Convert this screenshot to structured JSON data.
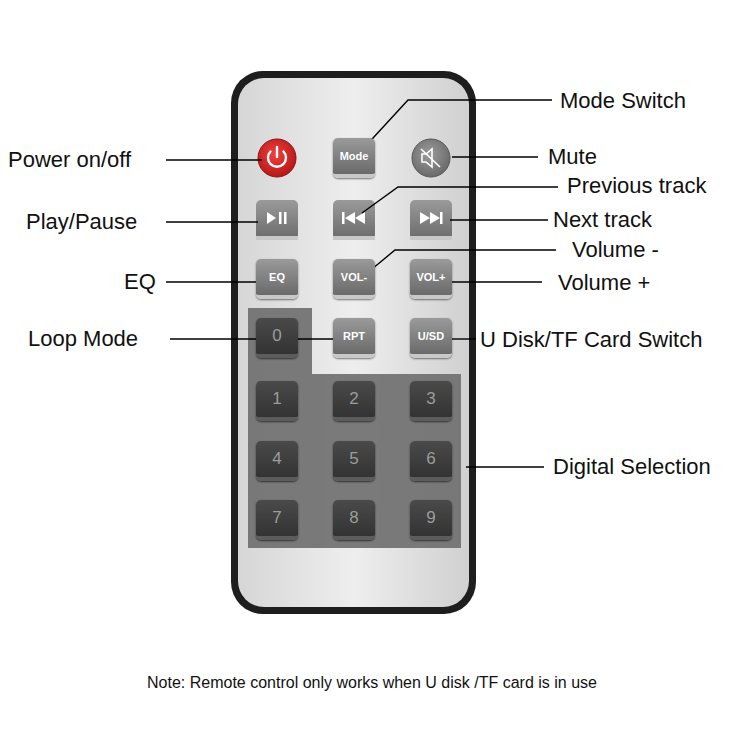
{
  "diagram": {
    "nodes": [
      {
        "text": [
          "Mode"
        ]
      },
      {
        "text": [
          "EQ"
        ]
      },
      {
        "text": [
          "VOL-"
        ]
      },
      {
        "text": [
          "VOL+"
        ]
      },
      {
        "text": [
          "0"
        ]
      },
      {
        "text": [
          "RPT"
        ]
      },
      {
        "text": [
          "U/SD"
        ]
      },
      {
        "text": [
          "1"
        ]
      },
      {
        "text": [
          "2"
        ]
      },
      {
        "text": [
          "3"
        ]
      },
      {
        "text": [
          "4"
        ]
      },
      {
        "text": [
          "5"
        ]
      },
      {
        "text": [
          "6"
        ]
      },
      {
        "text": [
          "7"
        ]
      },
      {
        "text": [
          "8"
        ]
      },
      {
        "text": [
          "9"
        ]
      }
    ],
    "labels": [
      "Mode Switch",
      "Mute",
      "Power on/off",
      "Previous track",
      "Play/Pause",
      "Next track",
      "Volume -",
      "EQ",
      "Volume +",
      "Loop Mode",
      "U Disk/TF Card Switch",
      "Digital Selection",
      "Note: Remote control only works when U disk /TF card is in use"
    ]
  }
}
